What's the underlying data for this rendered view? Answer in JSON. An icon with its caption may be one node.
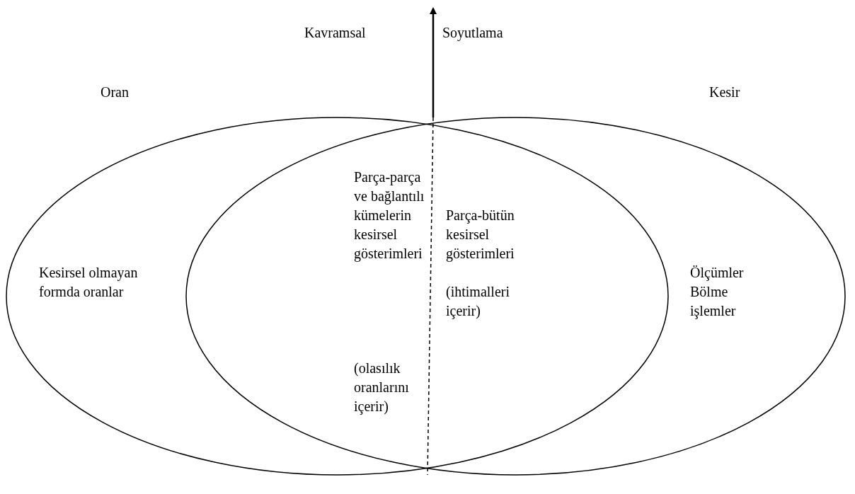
{
  "diagram": {
    "nodes": [
      {
        "text": [
          "Oran",
          "Kesirsel olmayan formda oranlar"
        ]
      },
      {
        "text": [
          "Kesir",
          "Ölçümler Bölme işlemler"
        ]
      }
    ],
    "edges": [],
    "labels": [
      "Kavramsal",
      "Soyutlama",
      "Parça-parça ve bağlantılı kümelerin kesirsel gösterimleri",
      "(olasılık oranlarını içerir)",
      "Parça-bütün kesirsel gösterimleri",
      "(ihtimalleri içerir)"
    ]
  }
}
